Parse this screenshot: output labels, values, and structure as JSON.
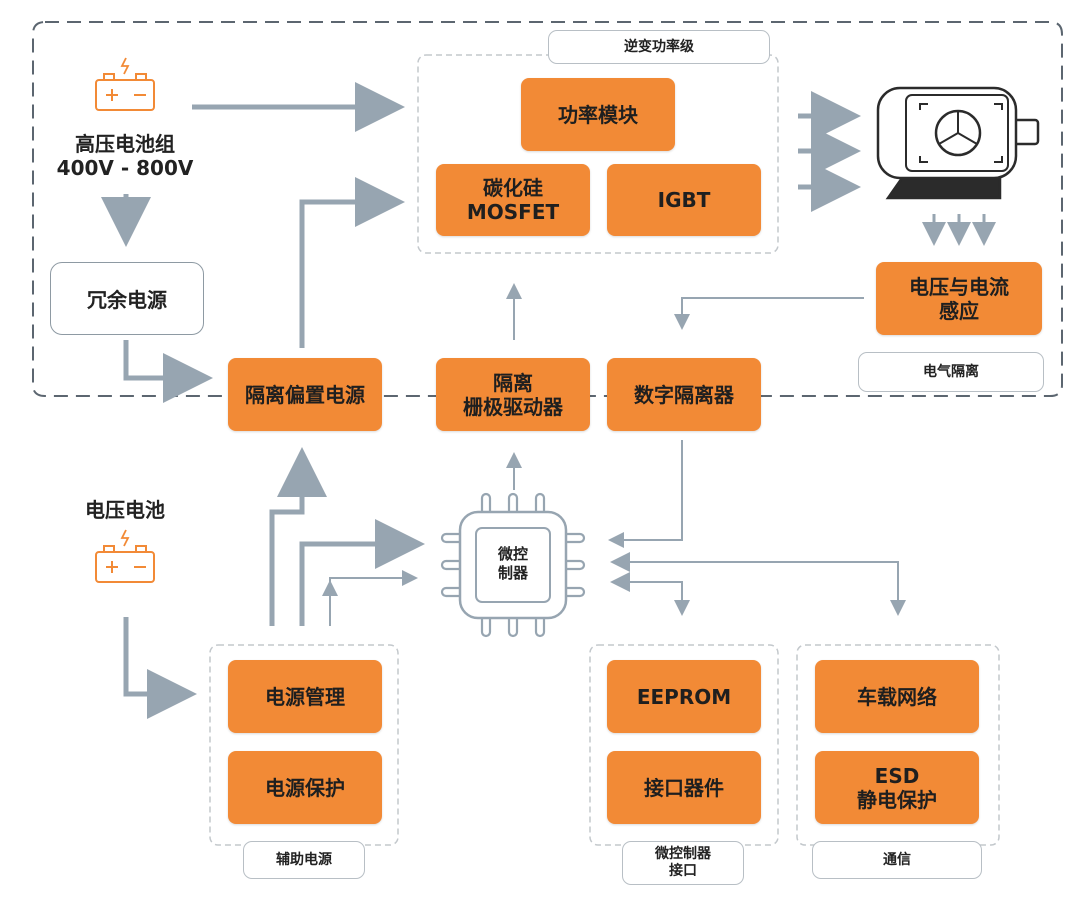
{
  "labels": {
    "inverter_stage": "逆变功率级",
    "power_module": "功率模块",
    "sic_mosfet": "碳化硅\nMOSFET",
    "igbt": "IGBT",
    "hv_battery": "高压电池组\n400V - 800V",
    "redundant_power": "冗余电源",
    "isolated_bias_power": "隔离偏置电源",
    "isolated_gate_driver": "隔离\n栅极驱动器",
    "digital_isolator": "数字隔离器",
    "voltage_current_sensing": "电压与电流\n感应",
    "electrical_isolation": "电气隔离",
    "voltage_battery": "电压电池",
    "mcu": "微控\n制器",
    "power_management": "电源管理",
    "power_protection": "电源保护",
    "aux_power": "辅助电源",
    "eeprom": "EEPROM",
    "interface_devices": "接口器件",
    "mcu_interface": "微控制器\n接口",
    "vehicle_network": "车载网络",
    "esd_protection": "ESD\n静电保护",
    "communication": "通信"
  },
  "colors": {
    "accent": "#f28a36",
    "arrow": "#97a5b1",
    "dashed": "#5c6670",
    "box_border": "#b8bfc5"
  },
  "icons": [
    "battery-icon",
    "motor-icon",
    "microcontroller-chip-icon"
  ]
}
